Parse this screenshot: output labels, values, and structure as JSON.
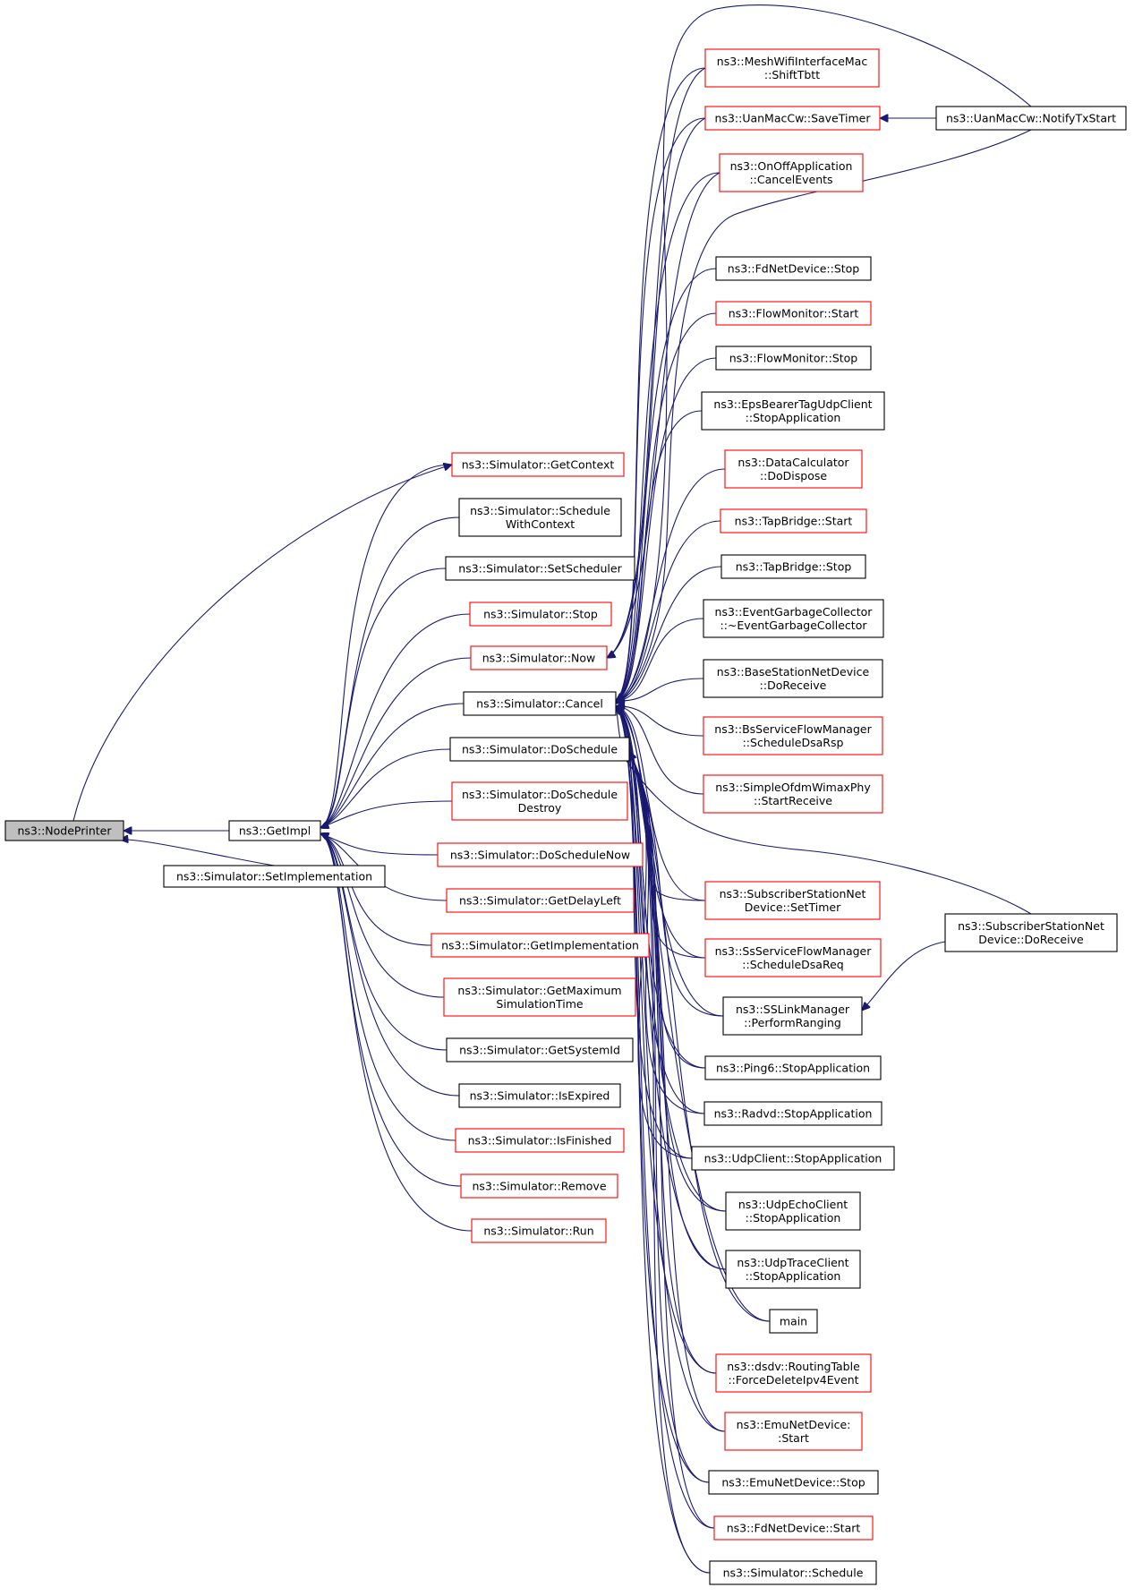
{
  "colors": {
    "edge": "#191970",
    "border_black": "#000000",
    "border_red": "#ff0000",
    "root_fill": "#bfbfbf"
  },
  "nodes": [
    {
      "id": "nodeprinter",
      "lines": [
        "ns3::NodePrinter"
      ],
      "style": "gray"
    },
    {
      "id": "getimpl",
      "lines": [
        "ns3::GetImpl"
      ],
      "style": "black"
    },
    {
      "id": "setimplementation",
      "lines": [
        "ns3::Simulator::SetImplementation"
      ],
      "style": "black"
    },
    {
      "id": "getcontext",
      "lines": [
        "ns3::Simulator::GetContext"
      ],
      "style": "red"
    },
    {
      "id": "schedulewithcontext",
      "lines": [
        "ns3::Simulator::Schedule",
        "WithContext"
      ],
      "style": "black"
    },
    {
      "id": "setscheduler",
      "lines": [
        "ns3::Simulator::SetScheduler"
      ],
      "style": "black"
    },
    {
      "id": "stop",
      "lines": [
        "ns3::Simulator::Stop"
      ],
      "style": "red"
    },
    {
      "id": "now",
      "lines": [
        "ns3::Simulator::Now"
      ],
      "style": "red"
    },
    {
      "id": "cancel",
      "lines": [
        "ns3::Simulator::Cancel"
      ],
      "style": "black"
    },
    {
      "id": "doschedule",
      "lines": [
        "ns3::Simulator::DoSchedule"
      ],
      "style": "black"
    },
    {
      "id": "doscheduledestroy",
      "lines": [
        "ns3::Simulator::DoSchedule",
        "Destroy"
      ],
      "style": "red"
    },
    {
      "id": "doschedulenow",
      "lines": [
        "ns3::Simulator::DoScheduleNow"
      ],
      "style": "red"
    },
    {
      "id": "getdelayleft",
      "lines": [
        "ns3::Simulator::GetDelayLeft"
      ],
      "style": "red"
    },
    {
      "id": "getimplementation",
      "lines": [
        "ns3::Simulator::GetImplementation"
      ],
      "style": "red"
    },
    {
      "id": "getmaximum",
      "lines": [
        "ns3::Simulator::GetMaximum",
        "SimulationTime"
      ],
      "style": "red"
    },
    {
      "id": "getsystemid",
      "lines": [
        "ns3::Simulator::GetSystemId"
      ],
      "style": "black"
    },
    {
      "id": "isexpired",
      "lines": [
        "ns3::Simulator::IsExpired"
      ],
      "style": "black"
    },
    {
      "id": "isfinished",
      "lines": [
        "ns3::Simulator::IsFinished"
      ],
      "style": "red"
    },
    {
      "id": "remove",
      "lines": [
        "ns3::Simulator::Remove"
      ],
      "style": "red"
    },
    {
      "id": "run",
      "lines": [
        "ns3::Simulator::Run"
      ],
      "style": "red"
    },
    {
      "id": "shifttbtt",
      "lines": [
        "ns3::MeshWifiInterfaceMac",
        "::ShiftTbtt"
      ],
      "style": "red"
    },
    {
      "id": "savetimer",
      "lines": [
        "ns3::UanMacCw::SaveTimer"
      ],
      "style": "red"
    },
    {
      "id": "notifytxstart",
      "lines": [
        "ns3::UanMacCw::NotifyTxStart"
      ],
      "style": "black"
    },
    {
      "id": "onoffcancel",
      "lines": [
        "ns3::OnOffApplication",
        "::CancelEvents"
      ],
      "style": "red"
    },
    {
      "id": "fdstop",
      "lines": [
        "ns3::FdNetDevice::Stop"
      ],
      "style": "black"
    },
    {
      "id": "flowstart",
      "lines": [
        "ns3::FlowMonitor::Start"
      ],
      "style": "red"
    },
    {
      "id": "flowstop",
      "lines": [
        "ns3::FlowMonitor::Stop"
      ],
      "style": "black"
    },
    {
      "id": "epsbearer",
      "lines": [
        "ns3::EpsBearerTagUdpClient",
        "::StopApplication"
      ],
      "style": "black"
    },
    {
      "id": "datacalc",
      "lines": [
        "ns3::DataCalculator",
        "::DoDispose"
      ],
      "style": "red"
    },
    {
      "id": "tapstart",
      "lines": [
        "ns3::TapBridge::Start"
      ],
      "style": "red"
    },
    {
      "id": "tapstop",
      "lines": [
        "ns3::TapBridge::Stop"
      ],
      "style": "black"
    },
    {
      "id": "egc",
      "lines": [
        "ns3::EventGarbageCollector",
        "::~EventGarbageCollector"
      ],
      "style": "black"
    },
    {
      "id": "bsreceive",
      "lines": [
        "ns3::BaseStationNetDevice",
        "::DoReceive"
      ],
      "style": "black"
    },
    {
      "id": "bsflow",
      "lines": [
        "ns3::BsServiceFlowManager",
        "::ScheduleDsaRsp"
      ],
      "style": "red"
    },
    {
      "id": "ofdm",
      "lines": [
        "ns3::SimpleOfdmWimaxPhy",
        "::StartReceive"
      ],
      "style": "red"
    },
    {
      "id": "sssettimer",
      "lines": [
        "ns3::SubscriberStationNet",
        "Device::SetTimer"
      ],
      "style": "red"
    },
    {
      "id": "ssflow",
      "lines": [
        "ns3::SsServiceFlowManager",
        "::ScheduleDsaReq"
      ],
      "style": "red"
    },
    {
      "id": "sslink",
      "lines": [
        "ns3::SSLinkManager",
        "::PerformRanging"
      ],
      "style": "black"
    },
    {
      "id": "ssreceive",
      "lines": [
        "ns3::SubscriberStationNet",
        "Device::DoReceive"
      ],
      "style": "black"
    },
    {
      "id": "ping6",
      "lines": [
        "ns3::Ping6::StopApplication"
      ],
      "style": "black"
    },
    {
      "id": "radvd",
      "lines": [
        "ns3::Radvd::StopApplication"
      ],
      "style": "black"
    },
    {
      "id": "udpclient",
      "lines": [
        "ns3::UdpClient::StopApplication"
      ],
      "style": "black"
    },
    {
      "id": "udpecho",
      "lines": [
        "ns3::UdpEchoClient",
        "::StopApplication"
      ],
      "style": "black"
    },
    {
      "id": "udptrace",
      "lines": [
        "ns3::UdpTraceClient",
        "::StopApplication"
      ],
      "style": "black"
    },
    {
      "id": "main",
      "lines": [
        "main"
      ],
      "style": "black"
    },
    {
      "id": "dsdv",
      "lines": [
        "ns3::dsdv::RoutingTable",
        "::ForceDeleteIpv4Event"
      ],
      "style": "red"
    },
    {
      "id": "emustart",
      "lines": [
        "ns3::EmuNetDevice:",
        ":Start"
      ],
      "style": "red"
    },
    {
      "id": "emustop",
      "lines": [
        "ns3::EmuNetDevice::Stop"
      ],
      "style": "black"
    },
    {
      "id": "fdstart",
      "lines": [
        "ns3::FdNetDevice::Start"
      ],
      "style": "red"
    },
    {
      "id": "schedule",
      "lines": [
        "ns3::Simulator::Schedule"
      ],
      "style": "black"
    }
  ]
}
